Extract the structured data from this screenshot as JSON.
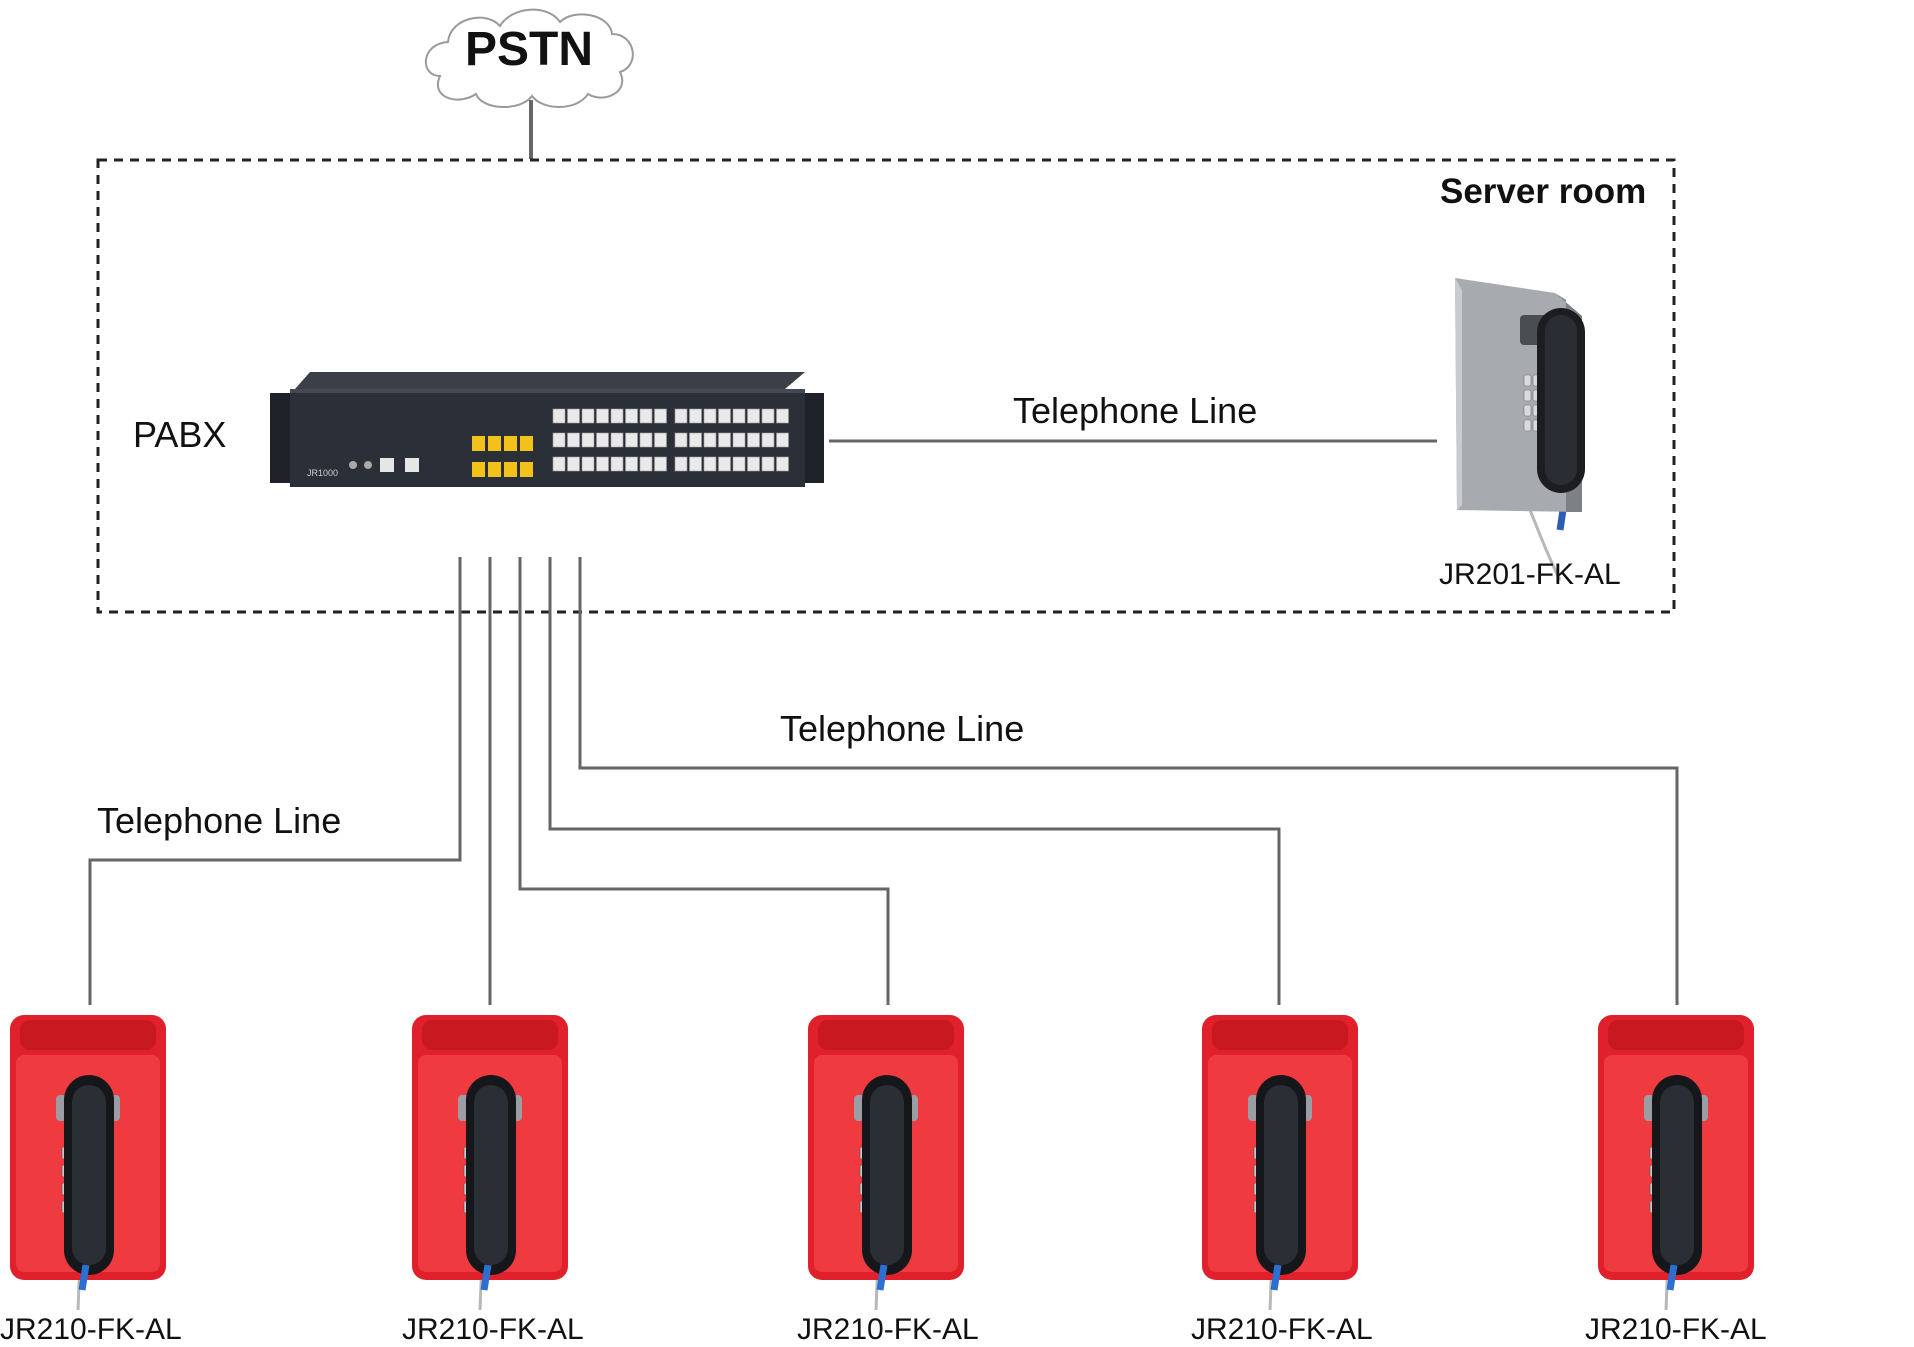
{
  "cloud": {
    "label": "PSTN"
  },
  "server_room": {
    "label": "Server room"
  },
  "pabx": {
    "label": "PABX",
    "model_label": "JR1000"
  },
  "lines": [
    {
      "label": "Telephone Line"
    },
    {
      "label": "Telephone Line"
    },
    {
      "label": "Telephone Line"
    }
  ],
  "server_phone": {
    "model": "JR201-FK-AL"
  },
  "field_phones": [
    {
      "model": "JR210-FK-AL"
    },
    {
      "model": "JR210-FK-AL"
    },
    {
      "model": "JR210-FK-AL"
    },
    {
      "model": "JR210-FK-AL"
    },
    {
      "model": "JR210-FK-AL"
    }
  ],
  "colors": {
    "line": "#666666",
    "border": "#222222",
    "field_phone_body": "#e0202a",
    "server_phone_body": "#a7abb0",
    "pabx_body": "#2b3038",
    "port_yellow": "#f2c21a"
  }
}
